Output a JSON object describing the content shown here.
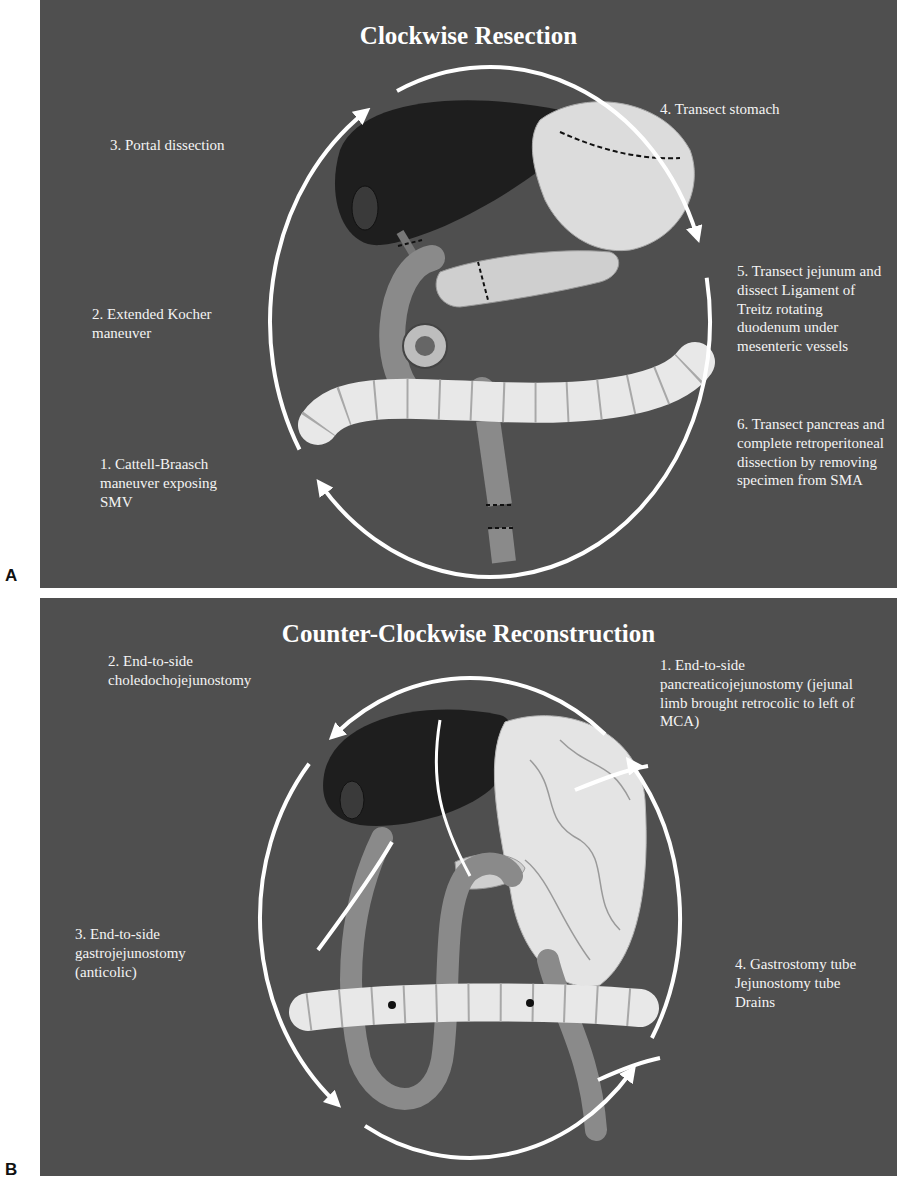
{
  "diagram": {
    "nodes": [
      {
        "text": [
          "Clockwise Resection"
        ]
      },
      {
        "text": [
          "Counter-Clockwise Reconstruction"
        ]
      }
    ],
    "labels": [
      "3. Portal dissection",
      "2. Extended Kocher maneuver",
      "1. Cattell-Braasch maneuver exposing SMV",
      "4. Transect stomach",
      "5. Transect jejunum and dissect Ligament of Treitz rotating duodenum under mesenteric vessels",
      "6. Transect pancreas and complete retroperitoneal dissection by removing specimen from SMA",
      "A",
      "2. End-to-side choledochojejunostomy",
      "1. End-to-side pancreaticojejunostomy (jejunal limb brought retrocolic to left of MCA)",
      "3. End-to-side gastrojejunostomy (anticolic)",
      "4. Gastrostomy tube Jejunostomy tube Drains",
      "B"
    ]
  }
}
